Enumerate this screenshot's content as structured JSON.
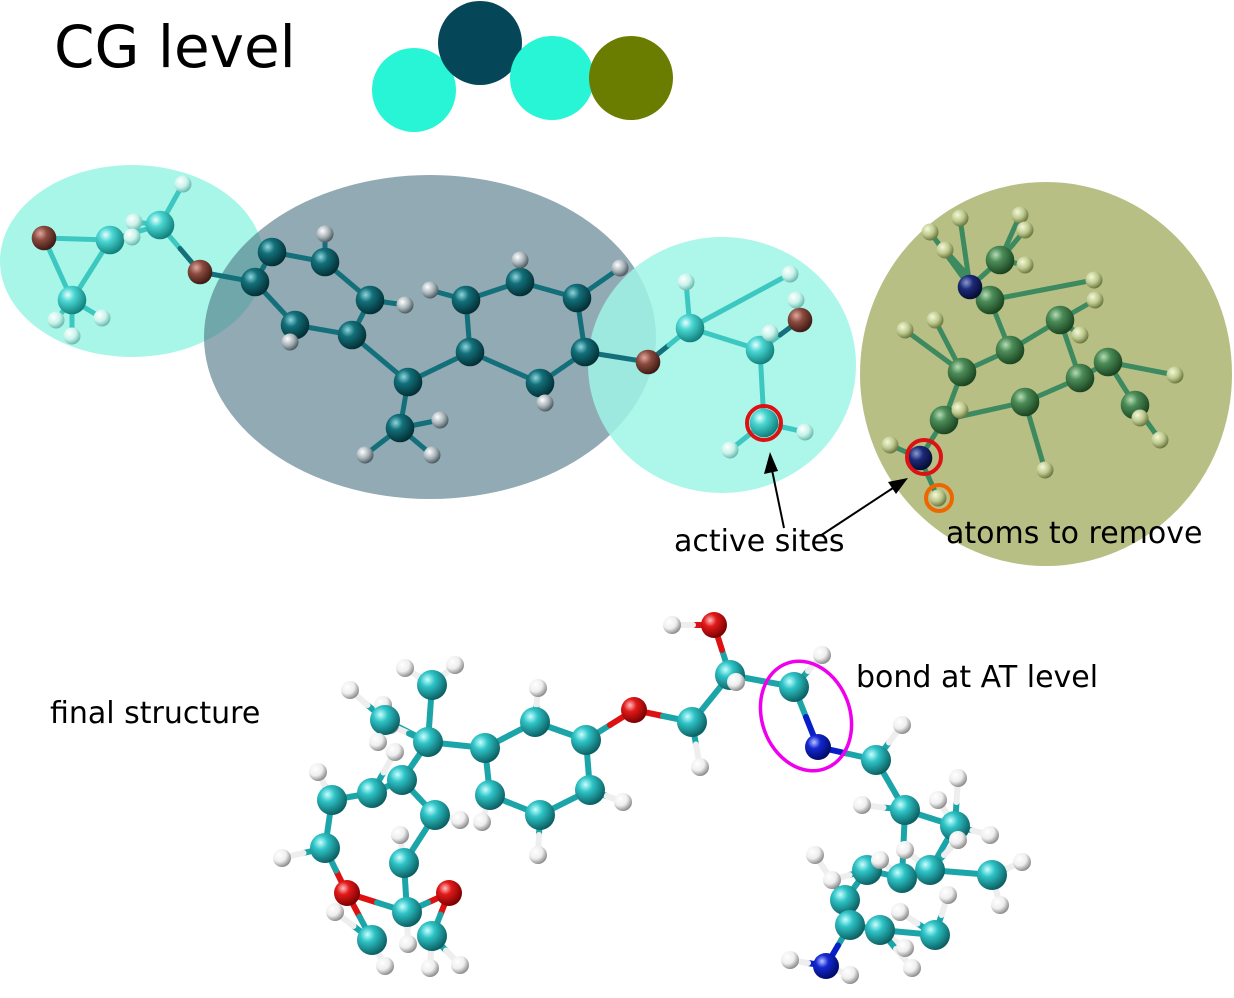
{
  "labels": {
    "title": "CG level",
    "active_sites": "active sites",
    "atoms_to_remove": "atoms to remove",
    "bond_at": "bond at AT level",
    "final_structure": "final structure"
  },
  "colors": {
    "bead_light": "#28f5d6",
    "bead_dark": "#054658",
    "bead_olive": "#6b7d00",
    "region_light": "#9ff5e6",
    "region_dark": "#4d7684",
    "region_olive": "#aab46e",
    "carbon": "#1ca5a8",
    "oxygen": "#dd1111",
    "nitrogen": "#0a1ec8",
    "hydrogen": "#f2f2f2",
    "highlight_red": "#dd1111",
    "highlight_orange": "#ee6600",
    "highlight_magenta": "#ee00ee"
  }
}
